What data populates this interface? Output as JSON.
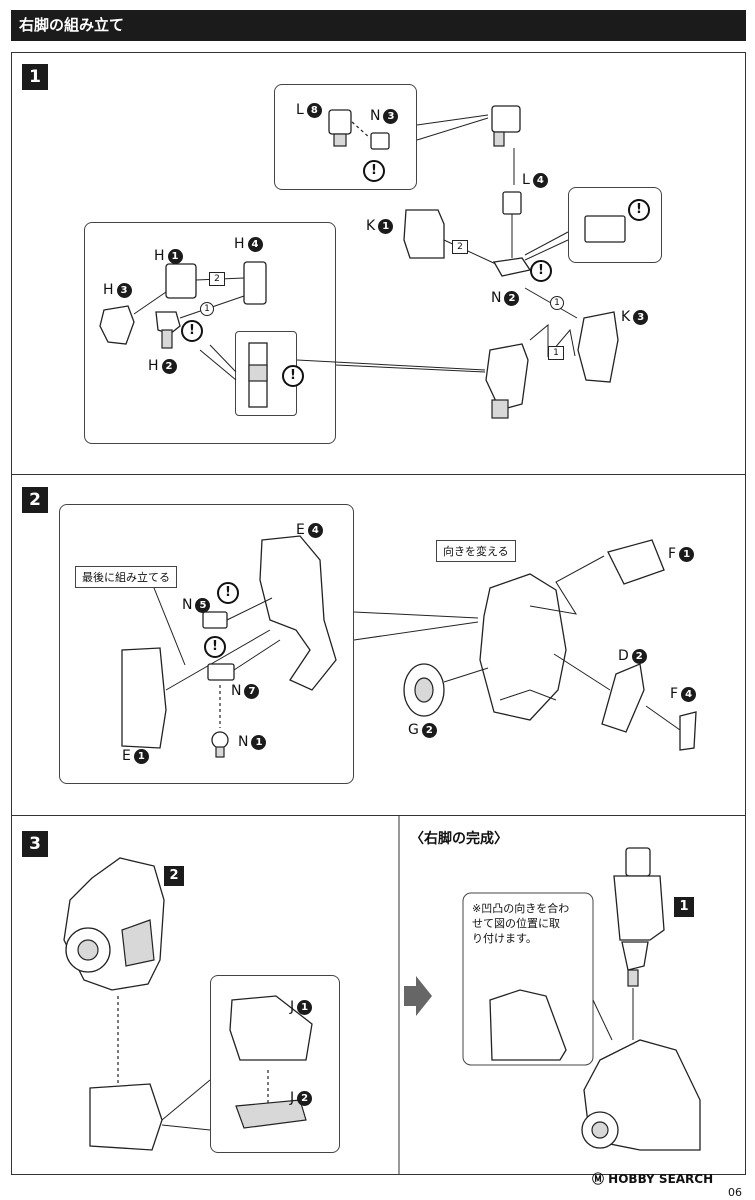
{
  "header": {
    "title": "右脚の組み立て"
  },
  "step1": {
    "number": "1",
    "labels": [
      {
        "letter": "L",
        "num": "8"
      },
      {
        "letter": "N",
        "num": "3"
      },
      {
        "letter": "L",
        "num": "4"
      },
      {
        "letter": "K",
        "num": "1"
      },
      {
        "letter": "N",
        "num": "2"
      },
      {
        "letter": "K",
        "num": "3"
      },
      {
        "letter": "H",
        "num": "1"
      },
      {
        "letter": "H",
        "num": "4"
      },
      {
        "letter": "H",
        "num": "3"
      },
      {
        "letter": "H",
        "num": "2"
      }
    ],
    "order": {
      "first": "1",
      "second": "2"
    }
  },
  "step2": {
    "number": "2",
    "callout_last": "最後に組み立てる",
    "callout_turn": "向きを変える",
    "labels": [
      {
        "letter": "E",
        "num": "4"
      },
      {
        "letter": "N",
        "num": "5"
      },
      {
        "letter": "N",
        "num": "7"
      },
      {
        "letter": "N",
        "num": "1"
      },
      {
        "letter": "E",
        "num": "1"
      },
      {
        "letter": "F",
        "num": "1"
      },
      {
        "letter": "D",
        "num": "2"
      },
      {
        "letter": "F",
        "num": "4"
      },
      {
        "letter": "G",
        "num": "2"
      }
    ]
  },
  "step3": {
    "number": "3",
    "ref_step": "2",
    "labels": [
      {
        "letter": "J",
        "num": "1"
      },
      {
        "letter": "J",
        "num": "2"
      }
    ]
  },
  "complete": {
    "title": "〈右脚の完成〉",
    "note_lines": [
      "※凹凸の向きを合わ",
      "せて図の位置に取",
      "り付けます。"
    ],
    "ref_step": "1"
  },
  "warning_symbol": "!",
  "footer": {
    "logo": "Ⓜ HOBBY SEARCH",
    "page": "06"
  }
}
